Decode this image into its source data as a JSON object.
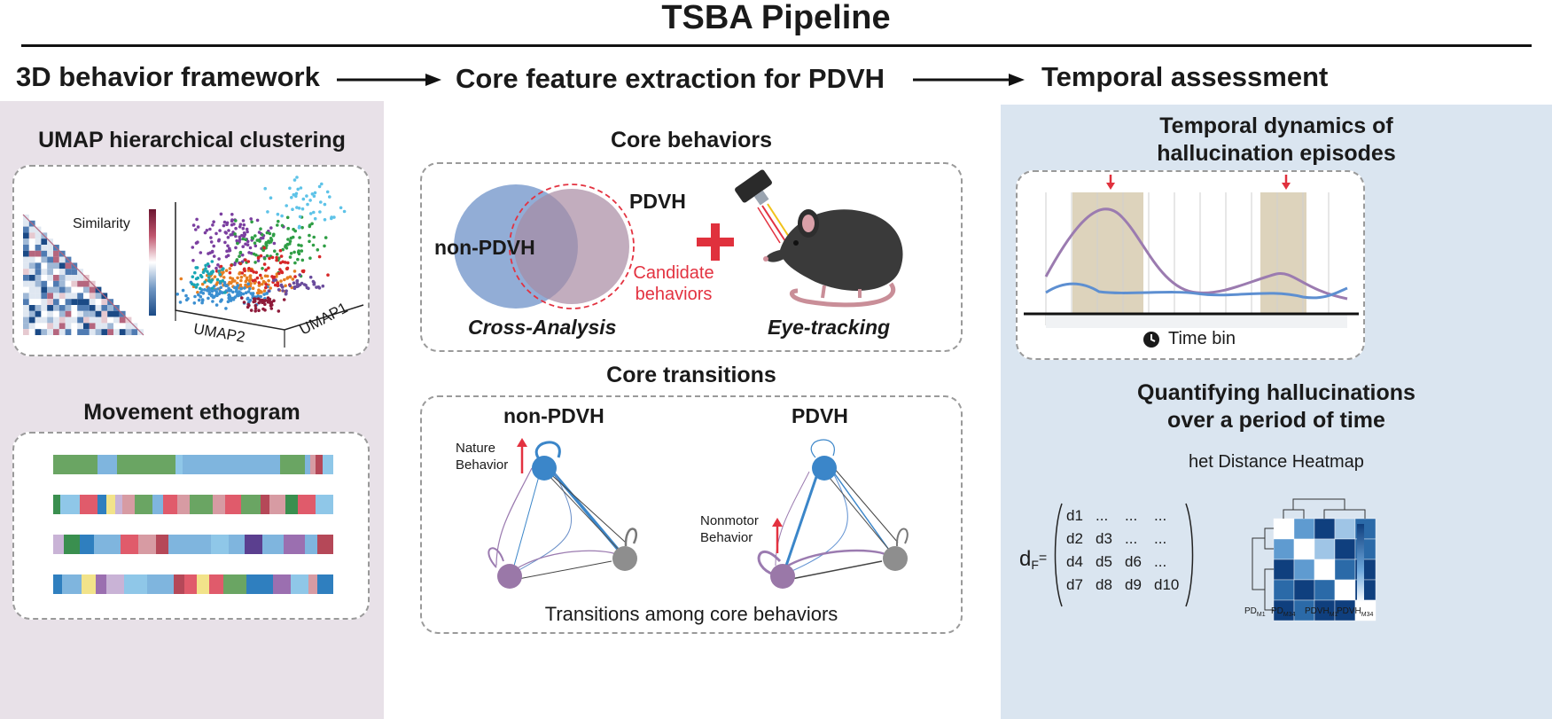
{
  "title": "TSBA Pipeline",
  "sections": {
    "left": "3D behavior framework",
    "middle": "Core feature extraction for PDVH",
    "right": "Temporal assessment"
  },
  "left_panel": {
    "umap_title": "UMAP hierarchical clustering",
    "similarity_label": "Similarity",
    "umap_axis1": "UMAP1",
    "umap_axis2": "UMAP2",
    "ethogram_title": "Movement ethogram"
  },
  "middle_panel": {
    "core_behaviors_title": "Core behaviors",
    "venn_left": "non-PDVH",
    "venn_right": "PDVH",
    "candidate": "Candidate behaviors",
    "candidate_line1": "Candidate",
    "candidate_line2": "behaviors",
    "cross_analysis": "Cross-Analysis",
    "eye_tracking": "Eye-tracking",
    "core_transitions_title": "Core transitions",
    "graph_left": "non-PDVH",
    "graph_right": "PDVH",
    "nature_behavior_1": "Nature",
    "nature_behavior_2": "Behavior",
    "nonmotor_behavior_1": "Nonmotor",
    "nonmotor_behavior_2": "Behavior",
    "transitions_caption": "Transitions among core behaviors"
  },
  "right_panel": {
    "temporal_title_1": "Temporal dynamics of",
    "temporal_title_2": "hallucination episodes",
    "time_bin": "Time bin",
    "quant_title_1": "Quantifying hallucinations",
    "quant_title_2": "over a period of time",
    "heatmap_title": "het Distance Heatmap",
    "df_symbol": "d",
    "df_sub": "F",
    "df_eq": "=",
    "matrix": [
      [
        "d1",
        "...",
        "...",
        "..."
      ],
      [
        "d2",
        "d3",
        "...",
        "..."
      ],
      [
        "d4",
        "d5",
        "d6",
        "..."
      ],
      [
        "d7",
        "d8",
        "d9",
        "d10"
      ]
    ],
    "heatmap_labels": [
      {
        "base": "PD",
        "sub": "M1"
      },
      {
        "base": "PD",
        "sub": "M34"
      },
      {
        "base": "PDVH",
        "sub": "M1"
      },
      {
        "base": "PDVH",
        "sub": "M34"
      }
    ]
  },
  "colors": {
    "left_bg": "#e8e1e8",
    "right_bg": "#dae5f0",
    "venn_blue": "#7f9fcf",
    "venn_purple": "#a88aa3",
    "candidate_red": "#e33240",
    "node_blue": "#3b86c9",
    "node_purple": "#9a78a8",
    "node_gray": "#8e8e8e",
    "line_purple": "#9b7bb0",
    "line_blue": "#5d8fd1",
    "highlight": "#d5c8ab"
  }
}
